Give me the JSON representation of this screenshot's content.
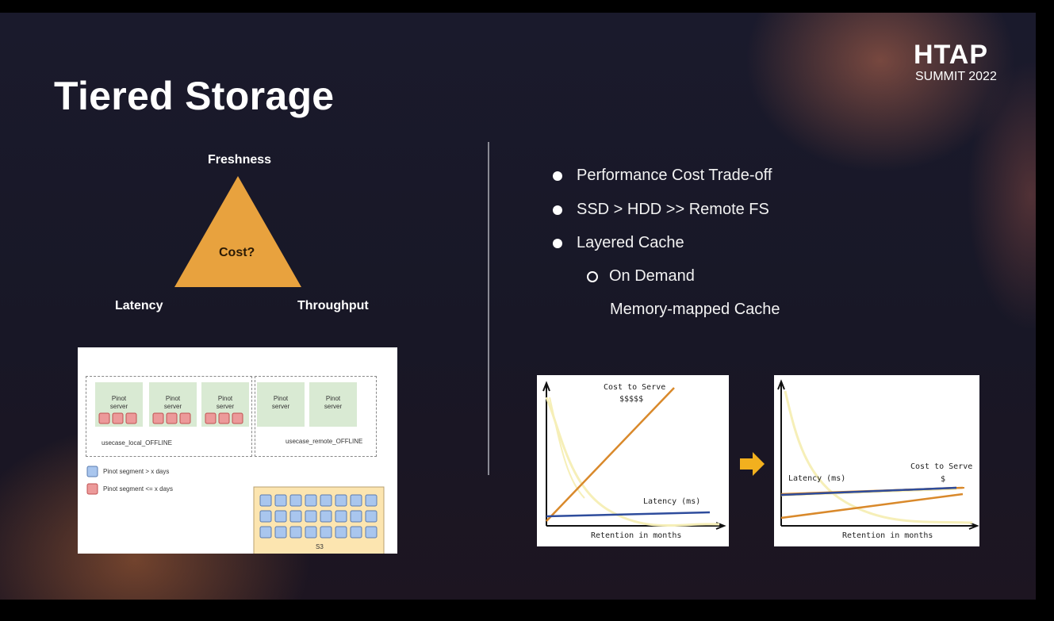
{
  "slide": {
    "title": "Tiered Storage",
    "brand": {
      "line1": "HTAP",
      "line2": "SUMMIT 2022"
    }
  },
  "triangle": {
    "top_label": "Freshness",
    "center_label": "Cost?",
    "left_label": "Latency",
    "right_label": "Throughput",
    "fill_color": "#e8a23e"
  },
  "bullets": {
    "items": [
      "Performance Cost Trade-off",
      "SSD > HDD >> Remote FS",
      "Layered Cache"
    ],
    "sub_items": [
      "On Demand",
      "Memory-mapped Cache"
    ]
  },
  "architecture": {
    "servers_label": "Pinot server",
    "local_group_label": "usecase_local_OFFLINE",
    "remote_group_label": "usecase_remote_OFFLINE",
    "legend": [
      {
        "label": "Pinot segment > x days",
        "color": "#a9c6ee"
      },
      {
        "label": "Pinot segment <= x days",
        "color": "#ec9a9a"
      }
    ],
    "store_label": "S3",
    "server_color": "#d9ead3",
    "store_color": "#fce5b0"
  },
  "chart_left": {
    "xlabel": "Retention in months",
    "cost_label": "Cost to Serve",
    "cost_marks": "$$$$$",
    "latency_label": "Latency (ms)"
  },
  "chart_right": {
    "xlabel": "Retention in months",
    "cost_label": "Cost to Serve",
    "cost_marks": "$",
    "latency_label": "Latency (ms)"
  },
  "colors": {
    "arrow": "#f2b01e",
    "cost_line": "#d9892b",
    "latency_line": "#2e4c9c"
  }
}
